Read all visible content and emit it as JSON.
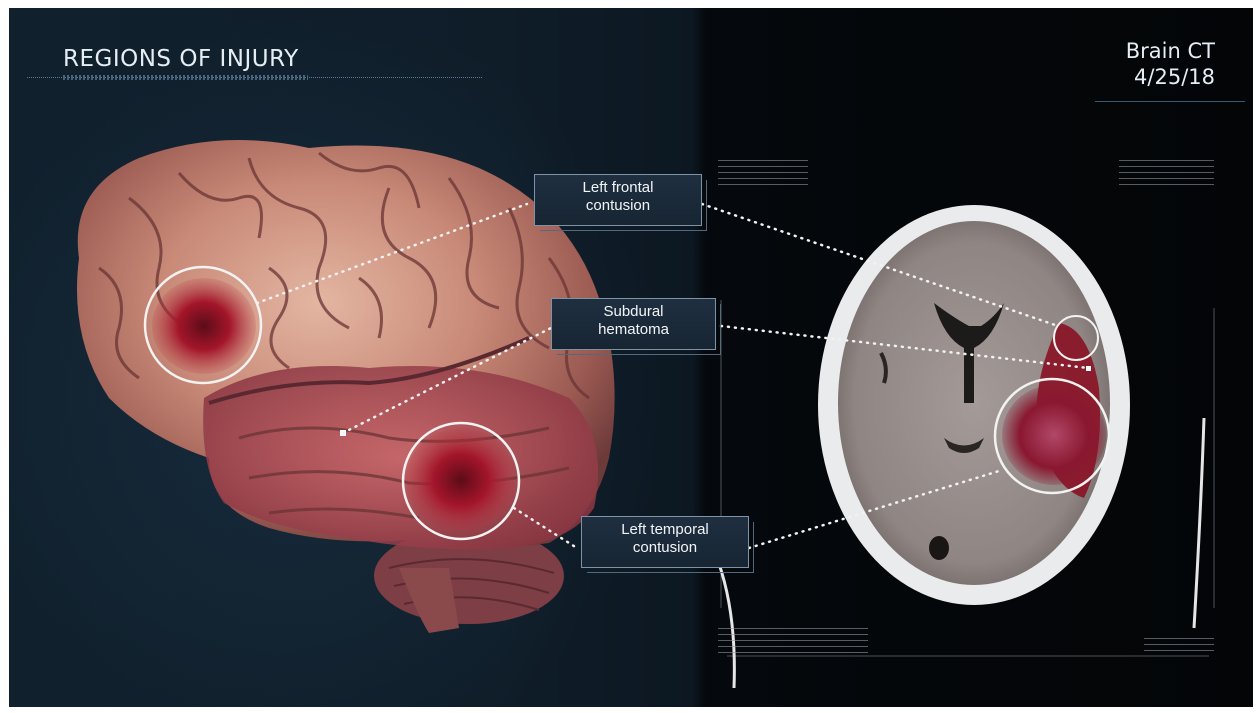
{
  "header": {
    "title": "REGIONS OF INJURY",
    "scan_type": "Brain CT",
    "scan_date": "4/25/18"
  },
  "labels": {
    "frontal": [
      "Left frontal",
      "contusion"
    ],
    "subdural": [
      "Subdural",
      "hematoma"
    ],
    "temporal": [
      "Left temporal",
      "contusion"
    ]
  },
  "colors": {
    "background": "#0f1d29",
    "label_border": "#7e93a6",
    "brain_tissue": "#c98a78",
    "injury_red": "#a3152a"
  },
  "icons": {
    "brain": "brain-illustration",
    "ct": "brain-ct-scan"
  }
}
